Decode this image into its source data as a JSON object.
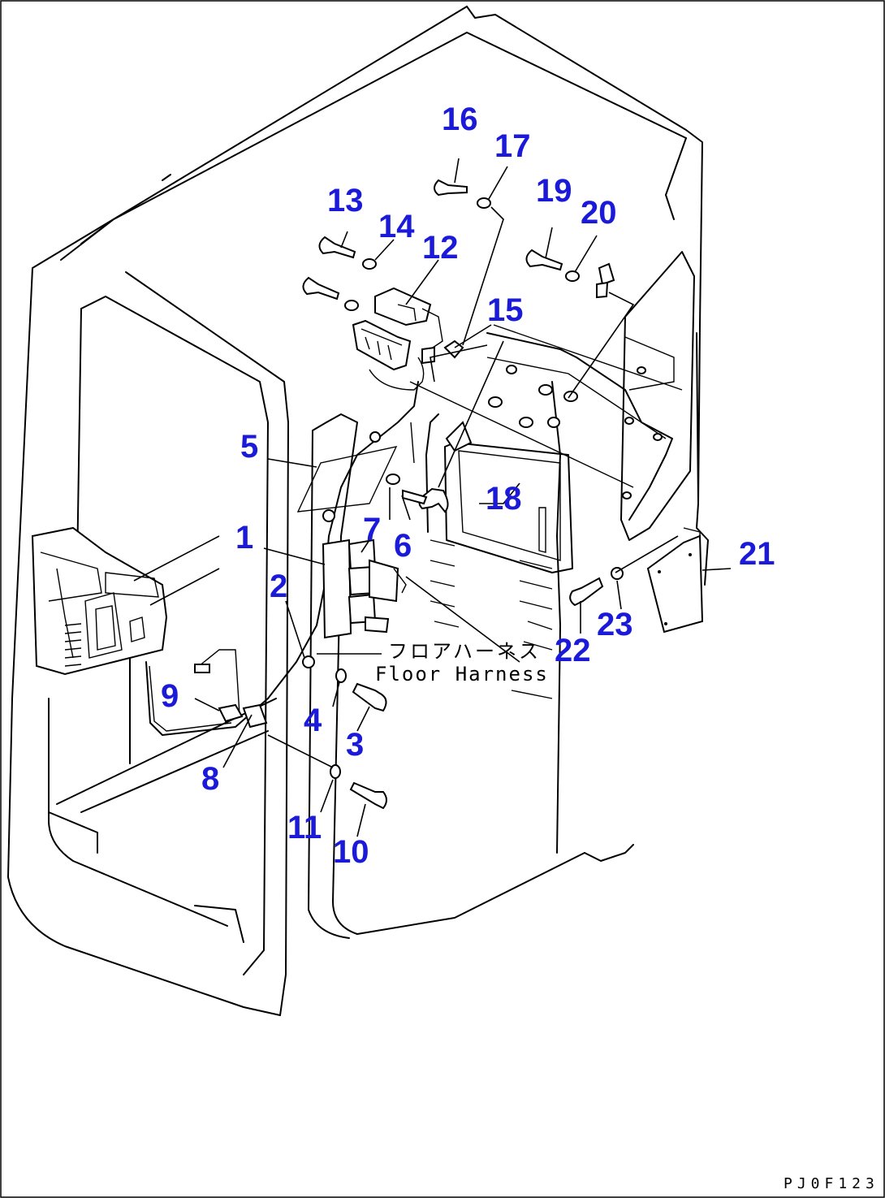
{
  "diagram": {
    "callouts": [
      {
        "id": "1",
        "label": "1"
      },
      {
        "id": "2",
        "label": "2"
      },
      {
        "id": "3",
        "label": "3"
      },
      {
        "id": "4",
        "label": "4"
      },
      {
        "id": "5",
        "label": "5"
      },
      {
        "id": "6",
        "label": "6"
      },
      {
        "id": "7",
        "label": "7"
      },
      {
        "id": "8",
        "label": "8"
      },
      {
        "id": "9",
        "label": "9"
      },
      {
        "id": "10",
        "label": "10"
      },
      {
        "id": "11",
        "label": "11"
      },
      {
        "id": "12",
        "label": "12"
      },
      {
        "id": "13",
        "label": "13"
      },
      {
        "id": "14",
        "label": "14"
      },
      {
        "id": "15",
        "label": "15"
      },
      {
        "id": "16",
        "label": "16"
      },
      {
        "id": "17",
        "label": "17"
      },
      {
        "id": "18",
        "label": "18"
      },
      {
        "id": "19",
        "label": "19"
      },
      {
        "id": "20",
        "label": "20"
      },
      {
        "id": "21",
        "label": "21"
      },
      {
        "id": "22",
        "label": "22"
      },
      {
        "id": "23",
        "label": "23"
      }
    ],
    "harness_label_jp": "フロアハーネス",
    "harness_label_en": "Floor Harness",
    "drawing_code": "PJ0F123",
    "callout_color": "#1a1ad8",
    "line_color": "#000000"
  }
}
